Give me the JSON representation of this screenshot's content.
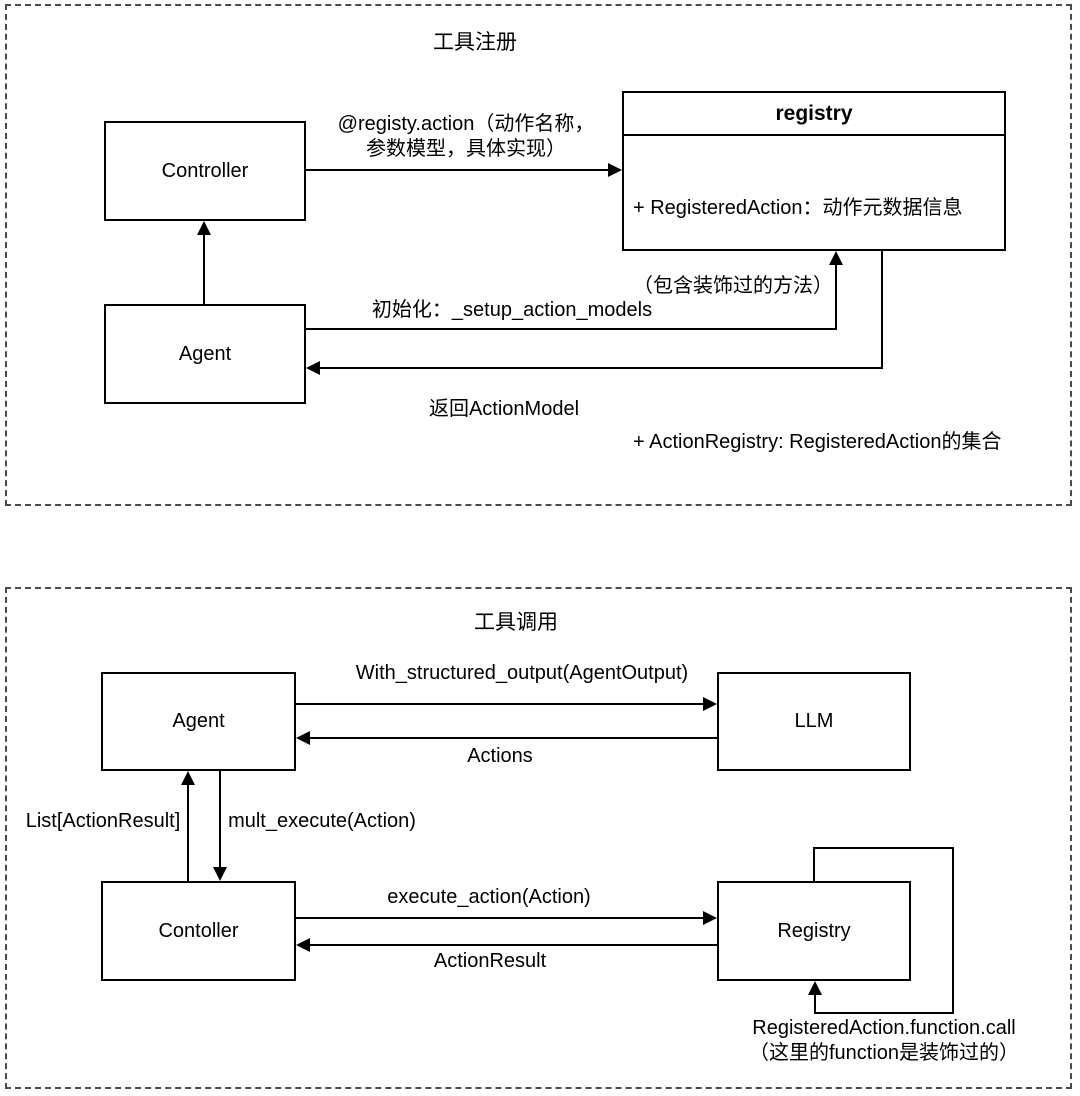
{
  "s1": {
    "title": "工具注册",
    "controller": "Controller",
    "agent": "Agent",
    "registry": {
      "header": "registry",
      "attr1_line1": "+ RegisteredAction：动作元数据信息",
      "attr1_line2": "（包含装饰过的方法）",
      "attr2": "+ ActionRegistry: RegisteredAction的集合"
    },
    "edges": {
      "register_line1": "@registy.action（动作名称，",
      "register_line2": "参数模型，具体实现）",
      "init": "初始化：_setup_action_models",
      "ret": "返回ActionModel"
    }
  },
  "s2": {
    "title": "工具调用",
    "agent": "Agent",
    "llm": "LLM",
    "controller": "Contoller",
    "registry": "Registry",
    "edges": {
      "structured_output": "With_structured_output(AgentOutput)",
      "actions": "Actions",
      "list_result": "List[ActionResult]",
      "mult_execute": "mult_execute(Action)",
      "execute_action": "execute_action(Action)",
      "action_result": "ActionResult",
      "loop_line1": "RegisteredAction.function.call",
      "loop_line2": "（这里的function是装饰过的）"
    }
  },
  "colors": {
    "line": "#000000",
    "frame": "#4a4a4a",
    "background": "#ffffff"
  }
}
